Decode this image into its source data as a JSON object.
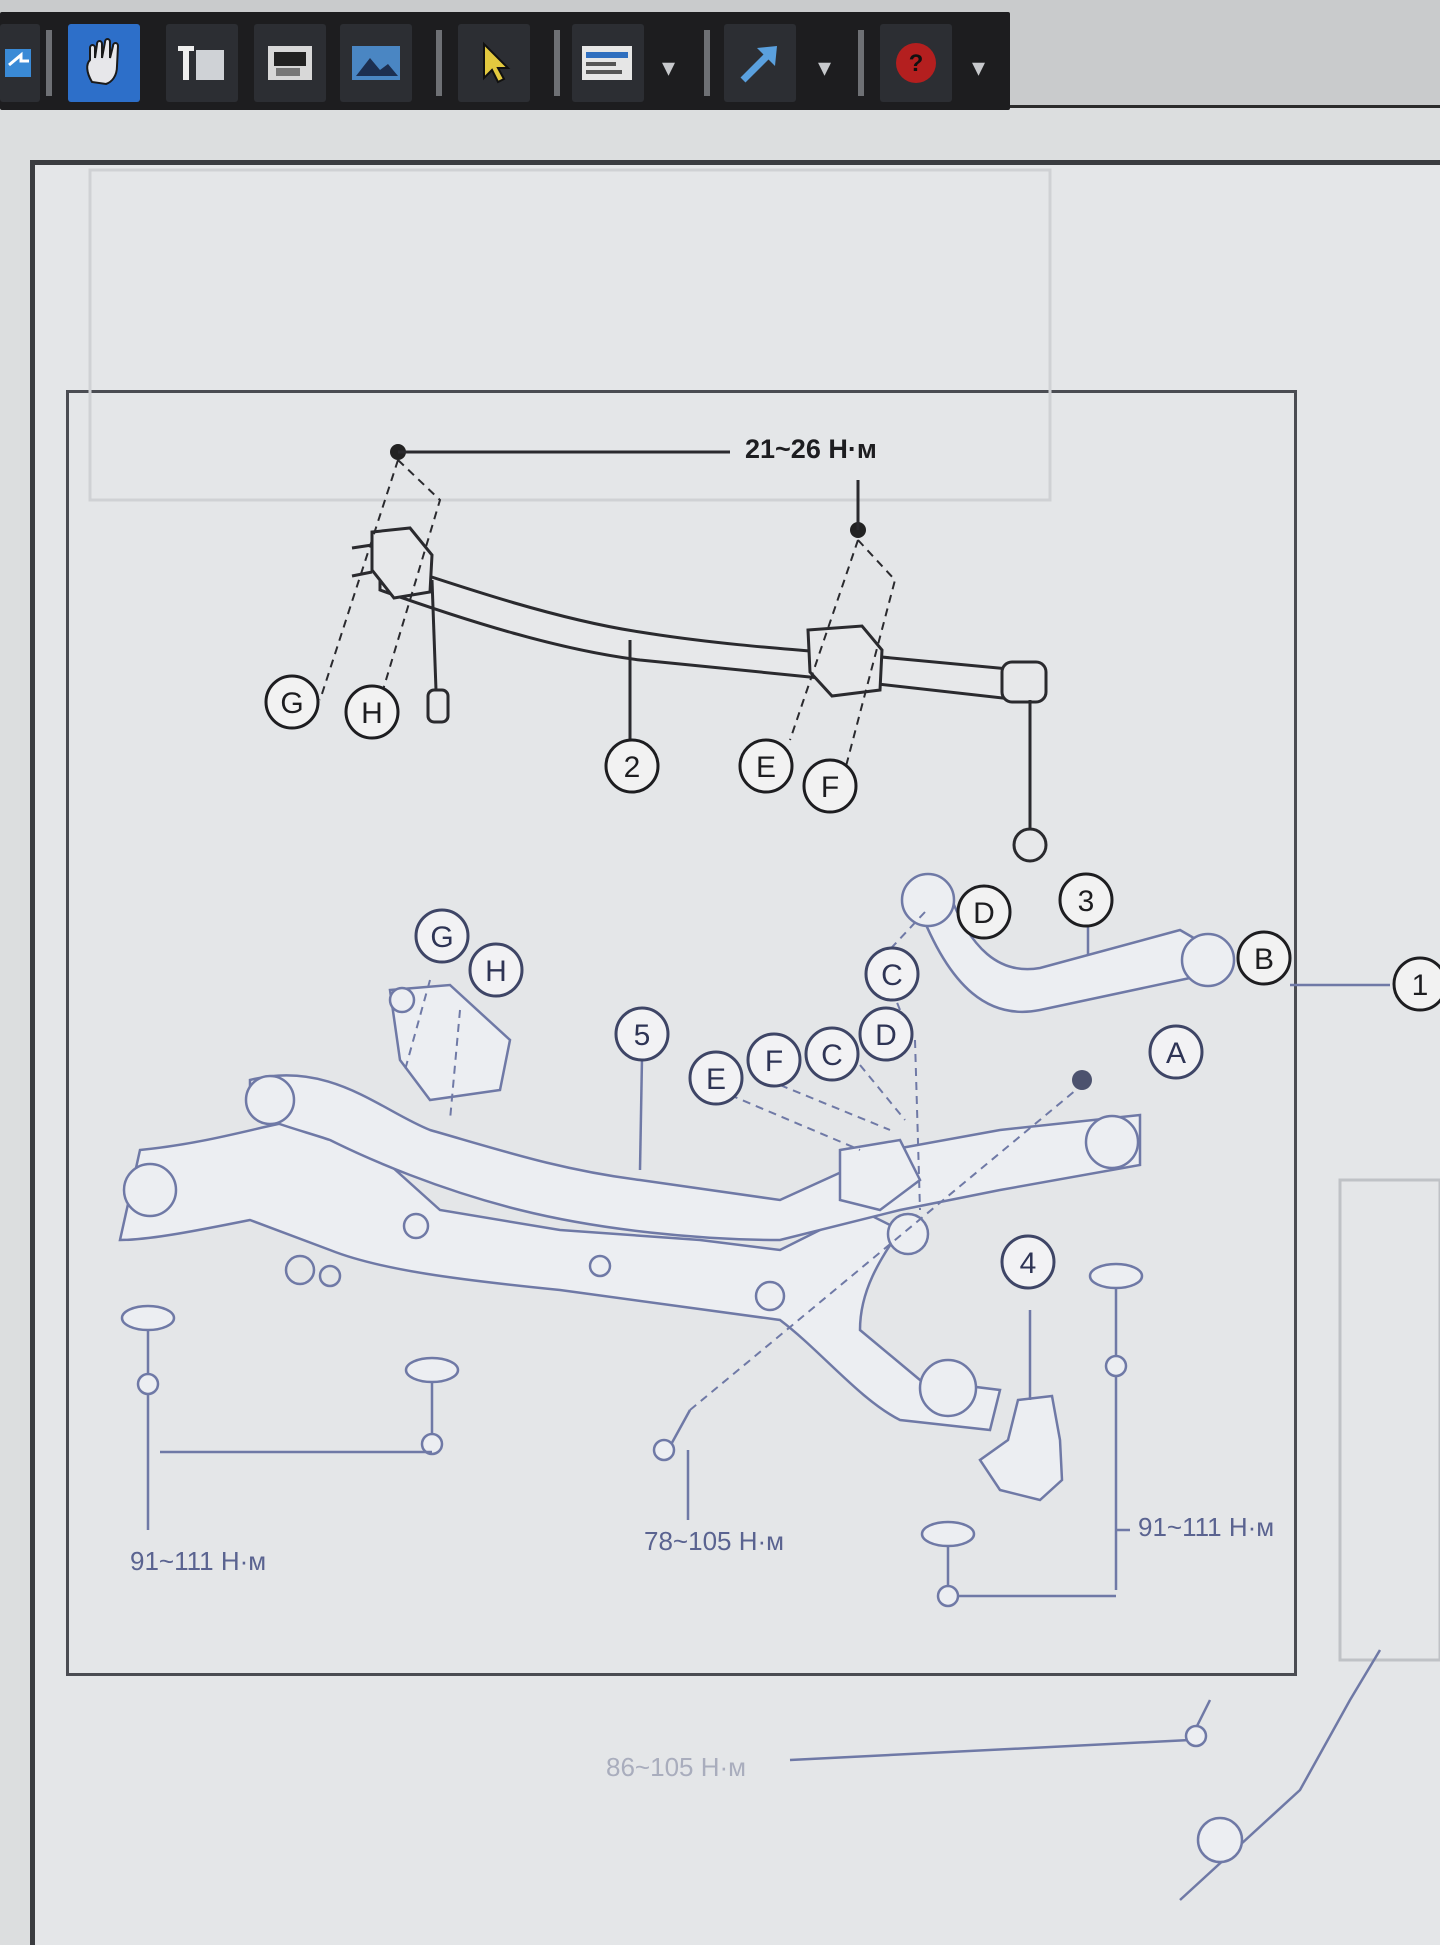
{
  "toolbar": {
    "icons": [
      "export-icon",
      "hand-tool-icon",
      "text-select-icon",
      "snapshot-icon",
      "image-icon",
      "arrow-select-icon",
      "display-icon",
      "link-arrow-icon",
      "help-icon"
    ],
    "active": "hand-tool-icon"
  },
  "diagram": {
    "torque_top": "21~26 Н·м",
    "torque_left": "91~111 Н·м",
    "torque_center": "78~105 Н·м",
    "torque_right": "91~111 Н·м",
    "torque_bottom": "86~105 Н·м",
    "labels": {
      "n1": "1",
      "n2": "2",
      "n3": "3",
      "n4": "4",
      "n5": "5",
      "a": "A",
      "b": "B",
      "c": "C",
      "d": "D",
      "e": "E",
      "f": "F",
      "g": "G",
      "h": "H"
    }
  },
  "colors": {
    "line_dark": "#2a2a2e",
    "line_blue": "#6f79a6",
    "paper": "#e4e6e8"
  }
}
